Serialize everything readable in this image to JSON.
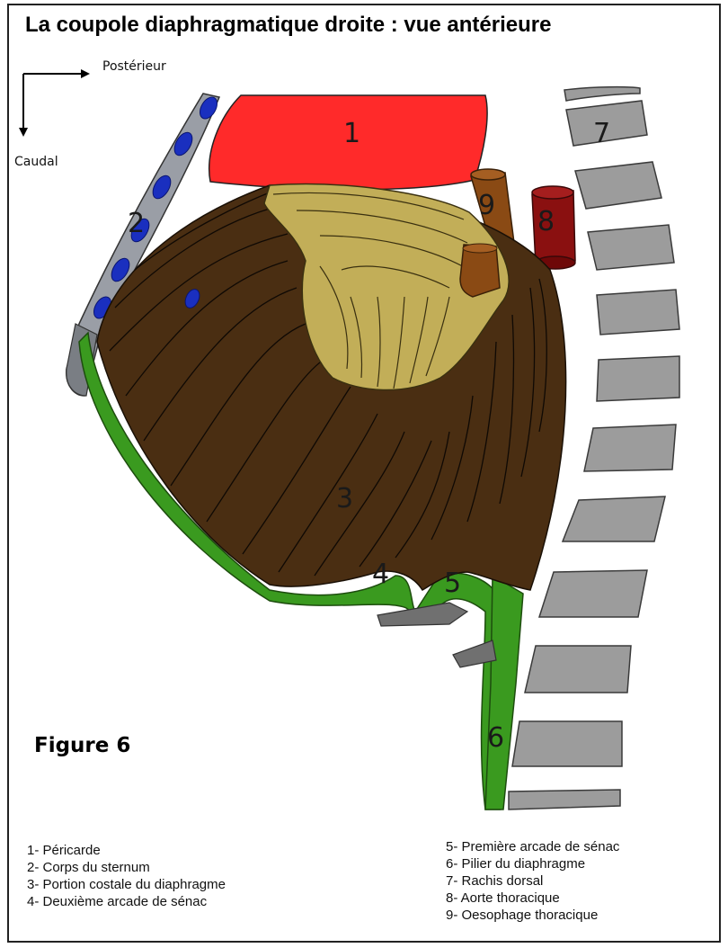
{
  "title": "La coupole diaphragmatique droite : vue antérieure",
  "axes": {
    "horizontal": "Postérieur",
    "vertical": "Caudal"
  },
  "figure_label": "Figure 6",
  "numbers": {
    "n1": "1",
    "n2": "2",
    "n3": "3",
    "n4": "4",
    "n5": "5",
    "n6": "6",
    "n7": "7",
    "n8": "8",
    "n9": "9"
  },
  "legend": {
    "left": [
      "1- Péricarde",
      "2- Corps du sternum",
      "3- Portion costale du diaphragme",
      "4- Deuxième arcade de sénac"
    ],
    "right": [
      "5- Première arcade de sénac",
      "6- Pilier du diaphragme",
      "7- Rachis dorsal",
      "8- Aorte thoracique",
      "9- Oesophage thoracique"
    ]
  },
  "colors": {
    "pericardium": "#ff2a2a",
    "diaphragm_muscle": "#4a2e12",
    "central_tendon": "#c2ae58",
    "arcade_green": "#3a9a1f",
    "sternum": "#9a9ea6",
    "sternum_holes": "#1a2fbf",
    "esophagus": "#8a4a14",
    "aorta": "#8a1010",
    "vertebra": "#9c9c9c"
  }
}
